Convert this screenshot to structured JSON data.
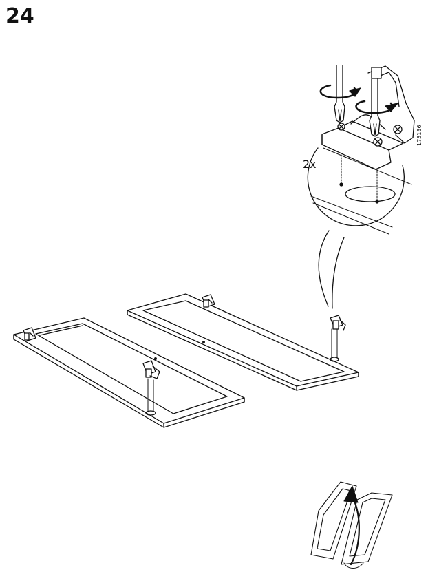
{
  "step": {
    "number": "24"
  },
  "detail": {
    "quantity_label": "2x",
    "article_code": "175136"
  },
  "icons": {
    "screwdriver": "screwdriver-icon",
    "rotate_clockwise": "rotate-clockwise-icon",
    "hinge": "hinge-icon",
    "door_flip": "flip-door-icon"
  }
}
